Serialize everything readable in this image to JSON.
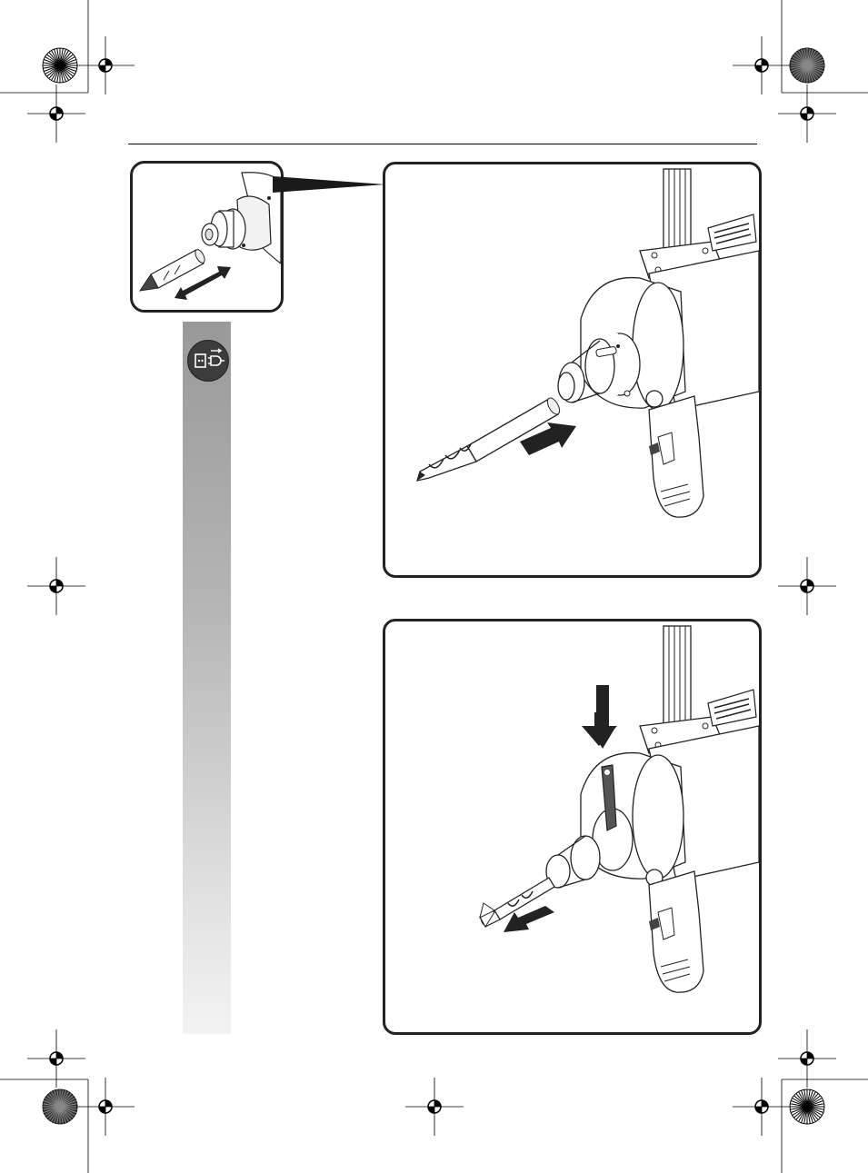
{
  "page": {
    "background": "#ffffff",
    "ink": "#1a1a1a",
    "sidebar_gradient": [
      "#999999",
      "#f3f3f3"
    ]
  },
  "icons": {
    "unplug": "unplug-before-servicing-icon",
    "registration_mark": "crosshair-registration-mark",
    "color_target": "radial-color-target"
  },
  "figures": [
    {
      "id": "inset",
      "content": "drill-spindle-detail-with-bit-and-double-arrow"
    },
    {
      "id": "insert",
      "content": "drill-bit-inserted-into-spindle"
    },
    {
      "id": "remove",
      "content": "drift-key-pressed-down-bit-ejected"
    }
  ]
}
